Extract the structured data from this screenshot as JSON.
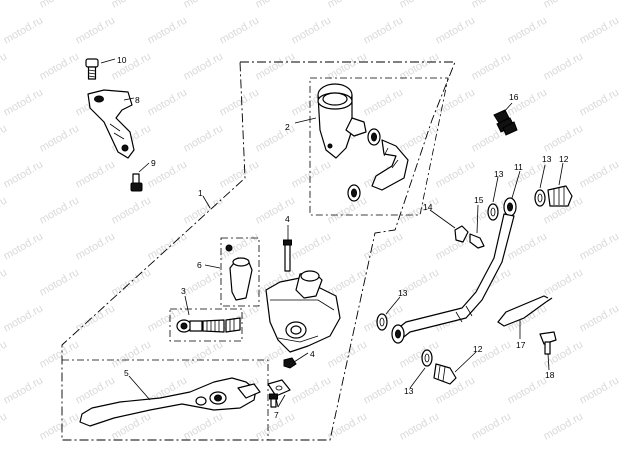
{
  "diagram": {
    "watermark": "motod.ru",
    "callouts": {
      "p1": "1",
      "p2": "2",
      "p3": "3",
      "p4a": "4",
      "p4b": "4",
      "p5": "5",
      "p6": "6",
      "p7": "7",
      "p8": "8",
      "p9": "9",
      "p10": "10",
      "p11": "11",
      "p12a": "12",
      "p12b": "12",
      "p13a": "13",
      "p13b": "13",
      "p13c": "13",
      "p14": "14",
      "p15": "15",
      "p16": "16",
      "p17": "17",
      "p18": "18"
    }
  }
}
